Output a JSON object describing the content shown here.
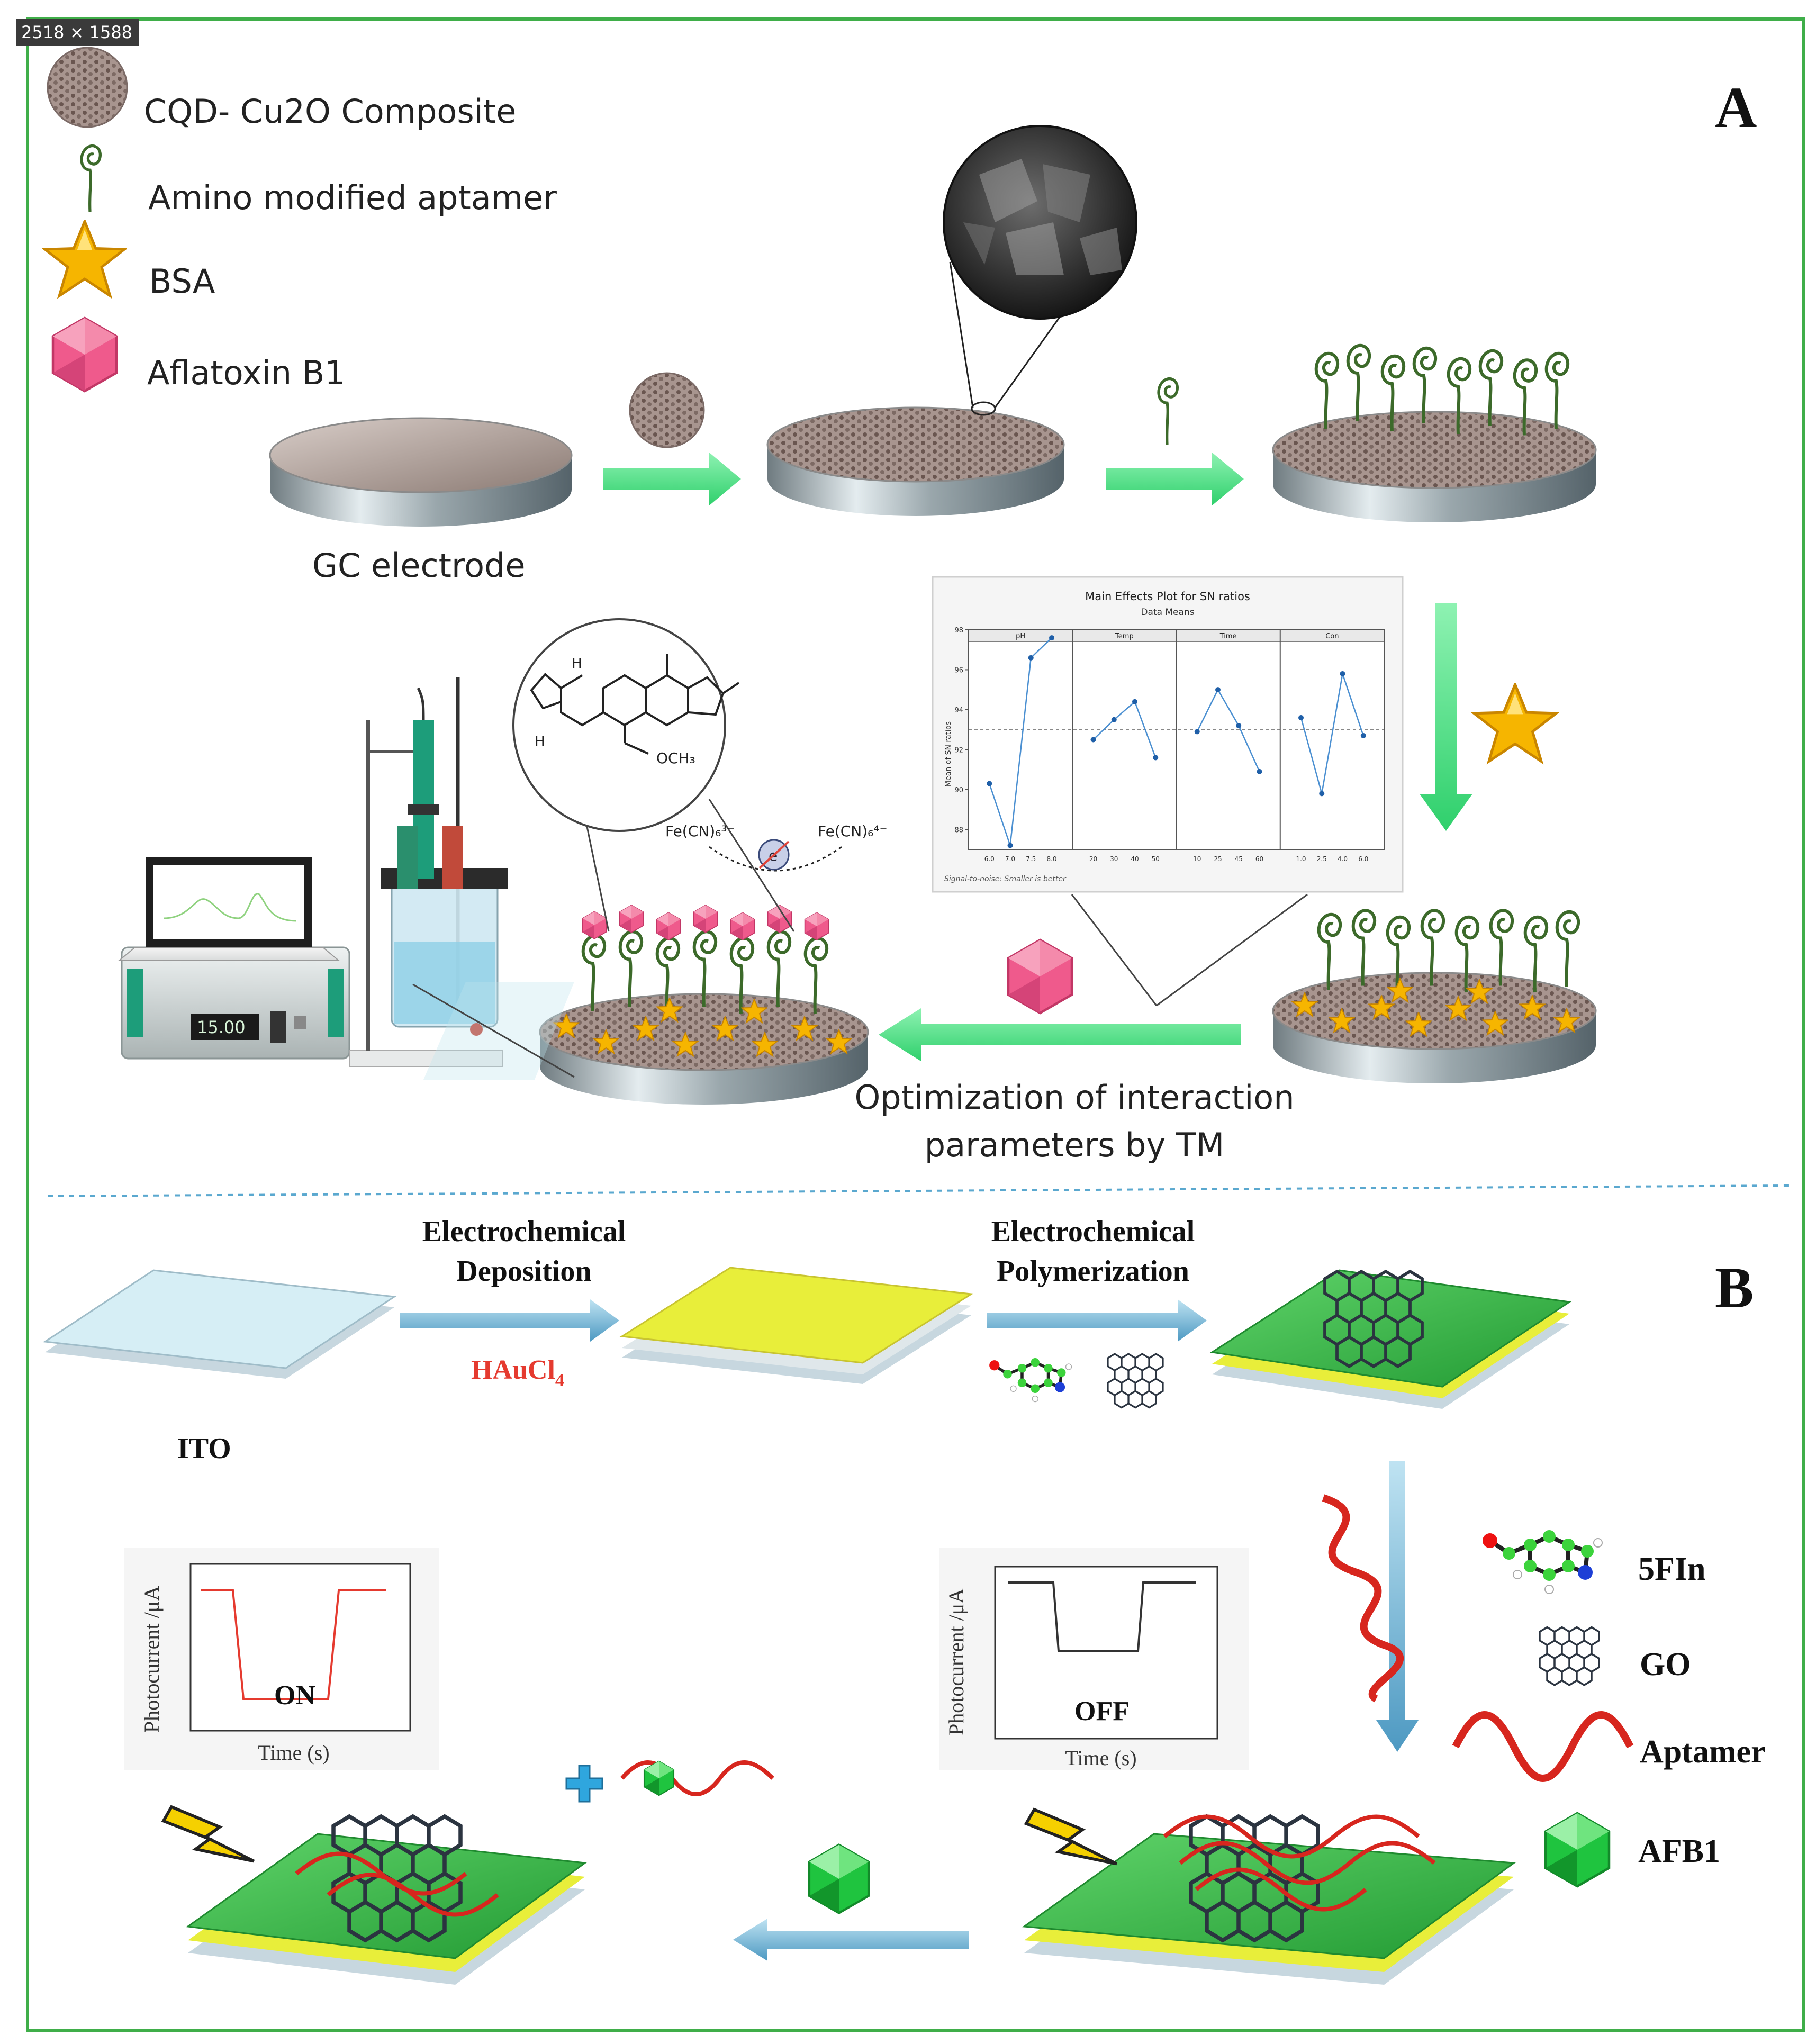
{
  "dimension_badge": "2518 × 1588",
  "panel_a": {
    "letter": "A",
    "legend": [
      {
        "label": "CQD- Cu2O Composite"
      },
      {
        "label": "Amino modified aptamer"
      },
      {
        "label": "BSA"
      },
      {
        "label": "Aflatoxin B1"
      }
    ],
    "gc_label": "GC electrode",
    "redox_left": "Fe(CN)₆³⁻",
    "redox_right": "Fe(CN)₆⁴⁻",
    "electron": "e",
    "molecule_label": "OCH₃",
    "molecule_h1": "H",
    "molecule_h2": "H",
    "optimization_line1": "Optimization of interaction",
    "optimization_line2": "parameters by TM",
    "instrument_display": "15.00"
  },
  "main_effects": {
    "title": "Main Effects Plot for SN ratios",
    "subtitle": "Data Means",
    "ylabel": "Mean of SN ratios",
    "footer": "Signal-to-noise: Smaller is better",
    "y_ticks": [
      "98",
      "96",
      "94",
      "92",
      "90",
      "88"
    ]
  },
  "chart_data": {
    "type": "line",
    "title": "Main Effects Plot for SN ratios",
    "subtitle": "Data Means",
    "ylabel": "Mean of SN ratios",
    "ylim": [
      87,
      98
    ],
    "reference_line": 93,
    "panels": [
      {
        "name": "pH",
        "x": [
          "6.0",
          "7.0",
          "7.5",
          "8.0"
        ],
        "values": [
          90.3,
          87.2,
          96.6,
          97.6
        ]
      },
      {
        "name": "Temp",
        "x": [
          "20",
          "30",
          "40",
          "50"
        ],
        "values": [
          92.5,
          93.5,
          94.4,
          91.6
        ]
      },
      {
        "name": "Time",
        "x": [
          "10",
          "25",
          "45",
          "60"
        ],
        "values": [
          92.9,
          95.0,
          93.2,
          90.9
        ]
      },
      {
        "name": "Con",
        "x": [
          "1.0",
          "2.5",
          "4.0",
          "6.0"
        ],
        "values": [
          93.6,
          89.8,
          95.8,
          92.7
        ]
      }
    ]
  },
  "panel_b": {
    "letter": "B",
    "ito": "ITO",
    "step1_line1": "Electrochemical",
    "step1_line2": "Deposition",
    "reagent": "HAuCl",
    "reagent_sub": "4",
    "step2_line1": "Electrochemical",
    "step2_line2": "Polymerization",
    "legend": [
      {
        "label": "5FIn"
      },
      {
        "label": "GO"
      },
      {
        "label": "Aptamer"
      },
      {
        "label": "AFB1"
      }
    ],
    "plot_on": {
      "ylabel": "Photocurrent /μA",
      "xlabel": "Time (s)",
      "state": "ON",
      "color": "#e53a2f"
    },
    "plot_off": {
      "ylabel": "Photocurrent /μA",
      "xlabel": "Time (s)",
      "state": "OFF",
      "color": "#333333"
    }
  },
  "colors": {
    "frame": "#3fae49",
    "arrow_green": "#4ee08a",
    "arrow_blue": "#5aa8cf",
    "divider": "#5aa8cf",
    "chart_line": "#4a8fd1",
    "star": "#f6b500",
    "toxin": "#ef5a8c",
    "afb1": "#1fc43f",
    "aptamer_red": "#d7261e",
    "gold": "#e8ee3a",
    "green_film": "#3fc24c",
    "ito_blue": "#d6eef5"
  }
}
